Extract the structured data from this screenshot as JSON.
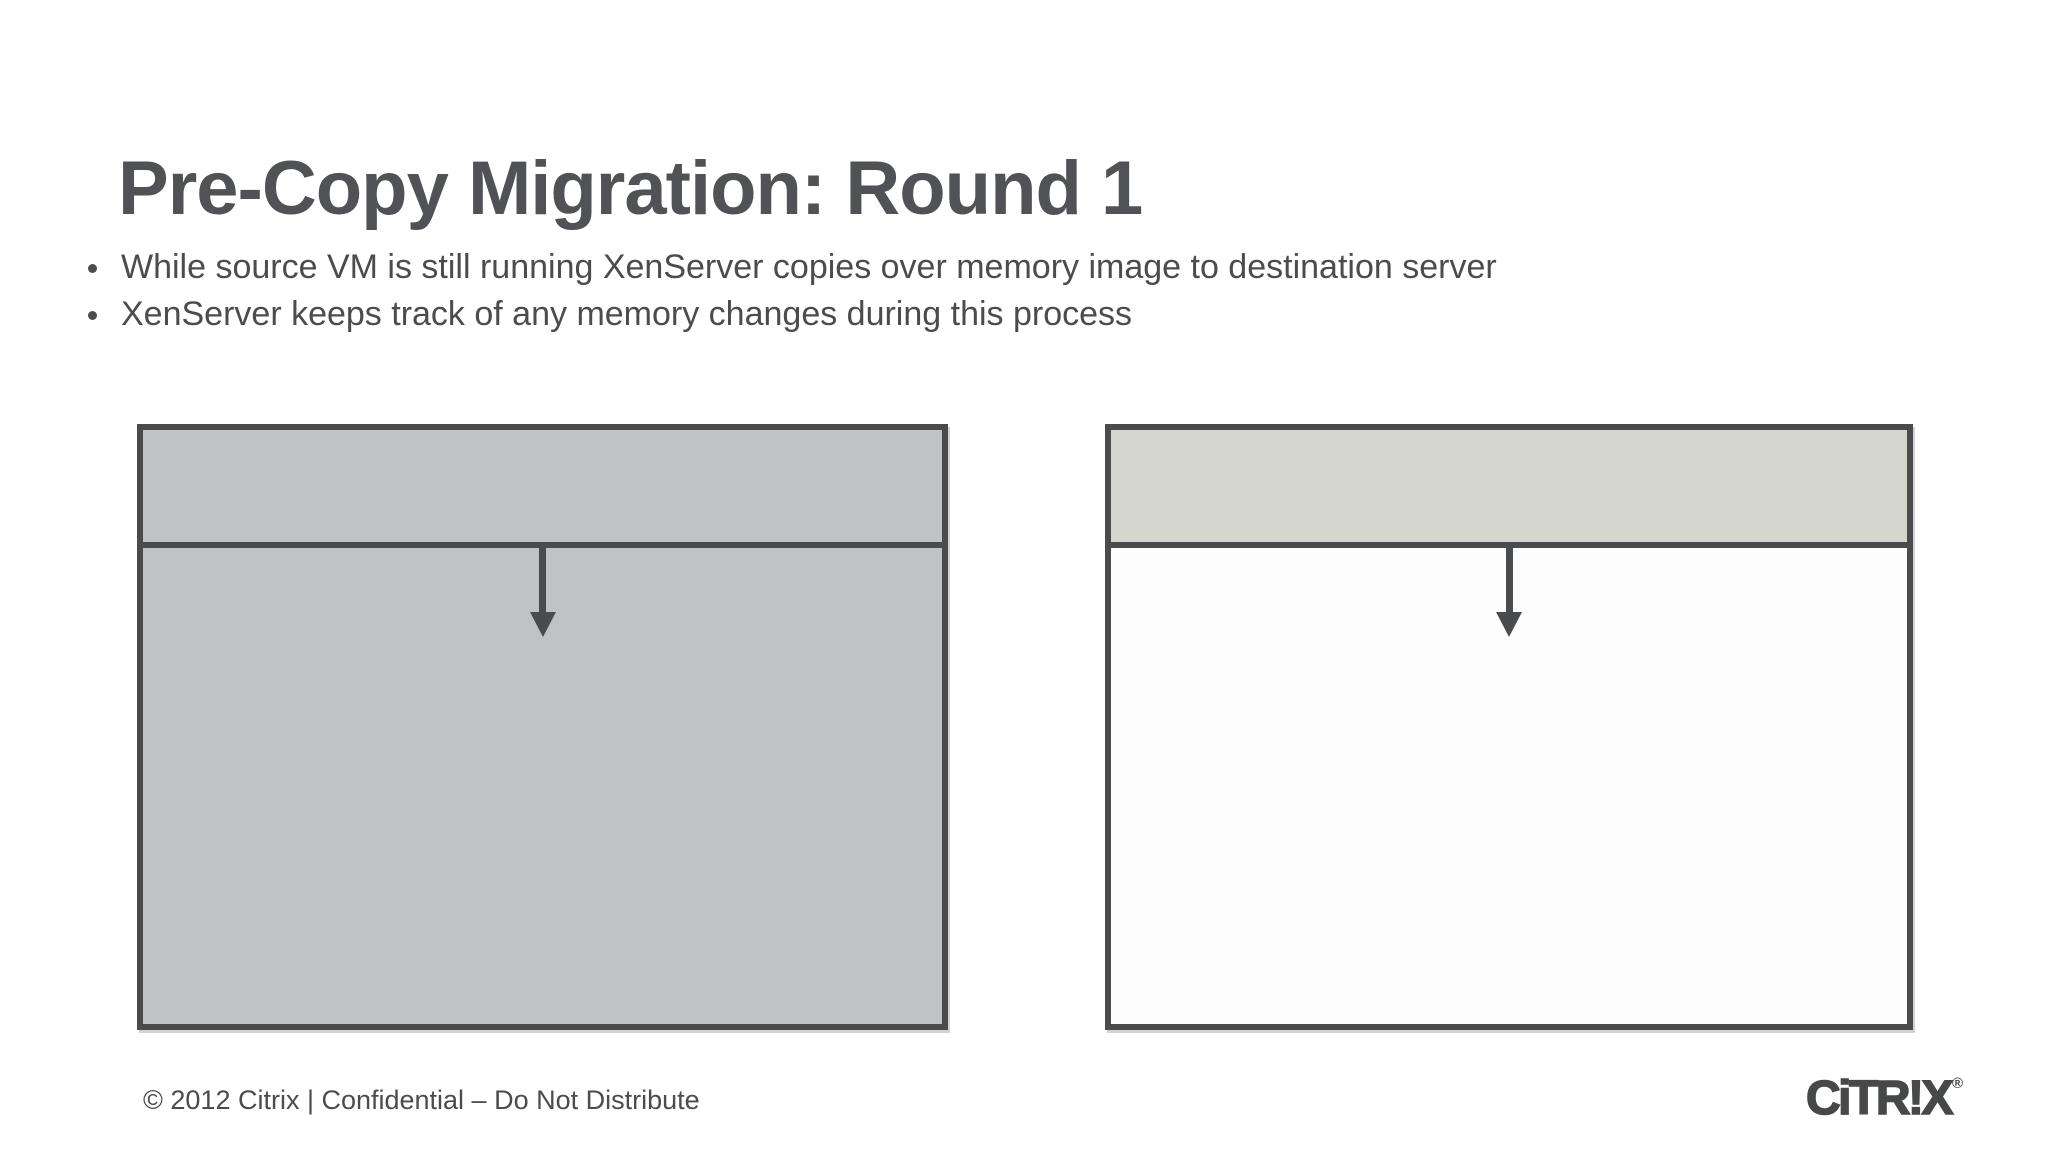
{
  "slide": {
    "title": "Pre-Copy Migration: Round 1",
    "bullets": [
      "While source VM is still running XenServer copies over memory image to destination server",
      "XenServer keeps track of any memory changes during this process"
    ],
    "footer": "© 2012 Citrix | Confidential – Do Not Distribute"
  },
  "diagram": {
    "source_box": {
      "header_fill": "#c1c2c4",
      "body_fill": "#c1c2c4",
      "border_color": "#4a4b4d",
      "arrow_direction": "down",
      "arrow_color": "#4a4b4d"
    },
    "destination_box": {
      "header_fill": "#d4d5cd",
      "body_fill": "#fdfdfd",
      "border_color": "#4a4b4d",
      "arrow_direction": "down",
      "arrow_color": "#4a4b4d"
    }
  },
  "logo": {
    "glyphs": "CiTR!X",
    "registered": "®",
    "color": "#47484a"
  },
  "colors": {
    "background": "#ffffff",
    "title_text": "#515255",
    "body_text": "#4b4c4e",
    "line": "#4a4b4d"
  }
}
